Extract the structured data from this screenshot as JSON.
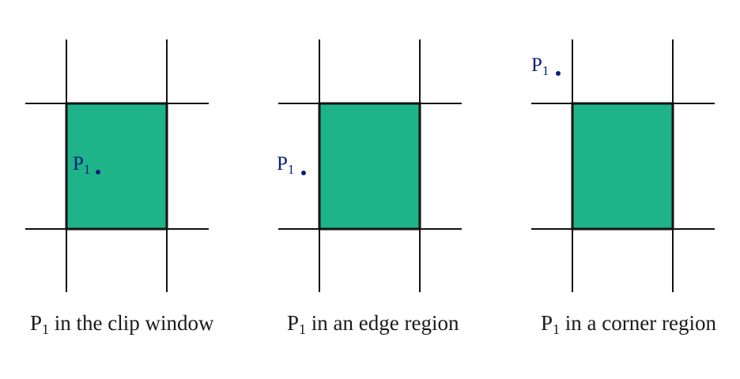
{
  "colors": {
    "window_fill": "#1fb38a",
    "window_stroke": "#111111",
    "grid_line": "#111111",
    "point": "#0a1f7a",
    "caption": "#1a1a1a"
  },
  "panels": [
    {
      "point_label": {
        "base": "P",
        "sub": "1"
      },
      "caption": {
        "base": "P",
        "sub": "1",
        "rest": " in the clip window"
      }
    },
    {
      "point_label": {
        "base": "P",
        "sub": "1"
      },
      "caption": {
        "base": "P",
        "sub": "1",
        "rest": " in an edge region"
      }
    },
    {
      "point_label": {
        "base": "P",
        "sub": "1"
      },
      "caption": {
        "base": "P",
        "sub": "1",
        "rest": " in a corner region"
      }
    }
  ]
}
